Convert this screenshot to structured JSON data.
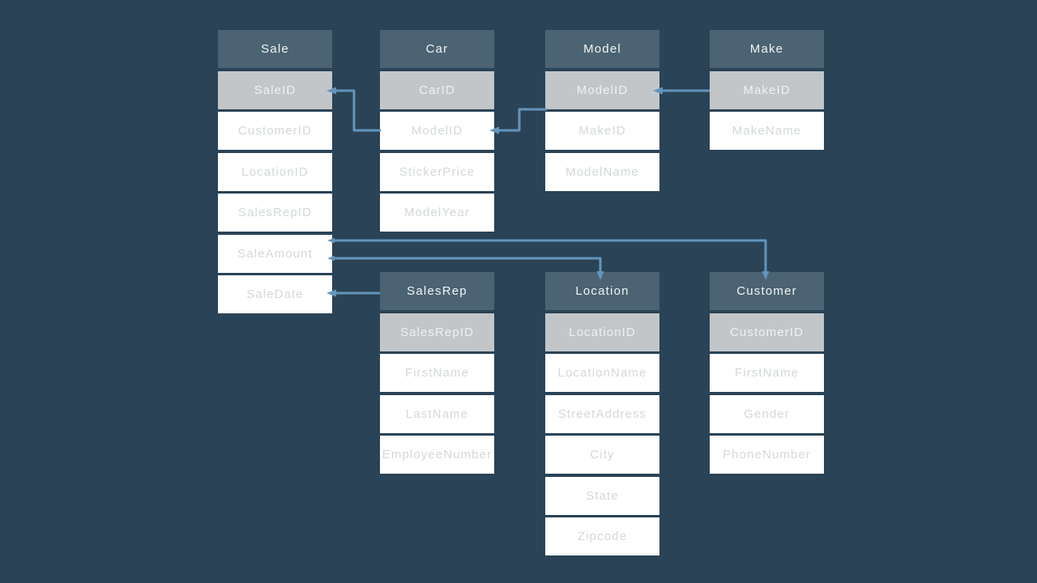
{
  "colors": {
    "bg": "#2a4356",
    "header": "#4b6372",
    "pk": "#c2c6c9",
    "line": "#6394bc"
  },
  "tables": {
    "sale": {
      "title": "Sale",
      "pk": "SaleID",
      "fields": [
        "CustomerID",
        "LocationID",
        "SalesRepID",
        "SaleAmount",
        "SaleDate"
      ]
    },
    "car": {
      "title": "Car",
      "pk": "CarID",
      "fields": [
        "ModelID",
        "StickerPrice",
        "ModelYear"
      ]
    },
    "model": {
      "title": "Model",
      "pk": "ModelID",
      "fields": [
        "MakeID",
        "ModelName"
      ]
    },
    "make": {
      "title": "Make",
      "pk": "MakeID",
      "fields": [
        "MakeName"
      ]
    },
    "salesrep": {
      "title": "SalesRep",
      "pk": "SalesRepID",
      "fields": [
        "FirstName",
        "LastName",
        "EmployeeNumber"
      ]
    },
    "location": {
      "title": "Location",
      "pk": "LocationID",
      "fields": [
        "LocationName",
        "StreetAddress",
        "City",
        "State",
        "Zipcode"
      ]
    },
    "customer": {
      "title": "Customer",
      "pk": "CustomerID",
      "fields": [
        "FirstName",
        "Gender",
        "PhoneNumber"
      ]
    }
  },
  "connections": [
    {
      "id": "sale-car",
      "from": "Sale.SaleID",
      "to": "Car.ModelID"
    },
    {
      "id": "car-model",
      "from": "Car.ModelID",
      "to": "Model.ModelID"
    },
    {
      "id": "make-model",
      "from": "Make.MakeID",
      "to": "Model.ModelID"
    },
    {
      "id": "sale-customer",
      "from": "Sale",
      "to": "Customer"
    },
    {
      "id": "sale-location",
      "from": "Sale",
      "to": "Location"
    },
    {
      "id": "sale-salesrep",
      "from": "Sale.SaleDate",
      "to": "SalesRep"
    }
  ]
}
